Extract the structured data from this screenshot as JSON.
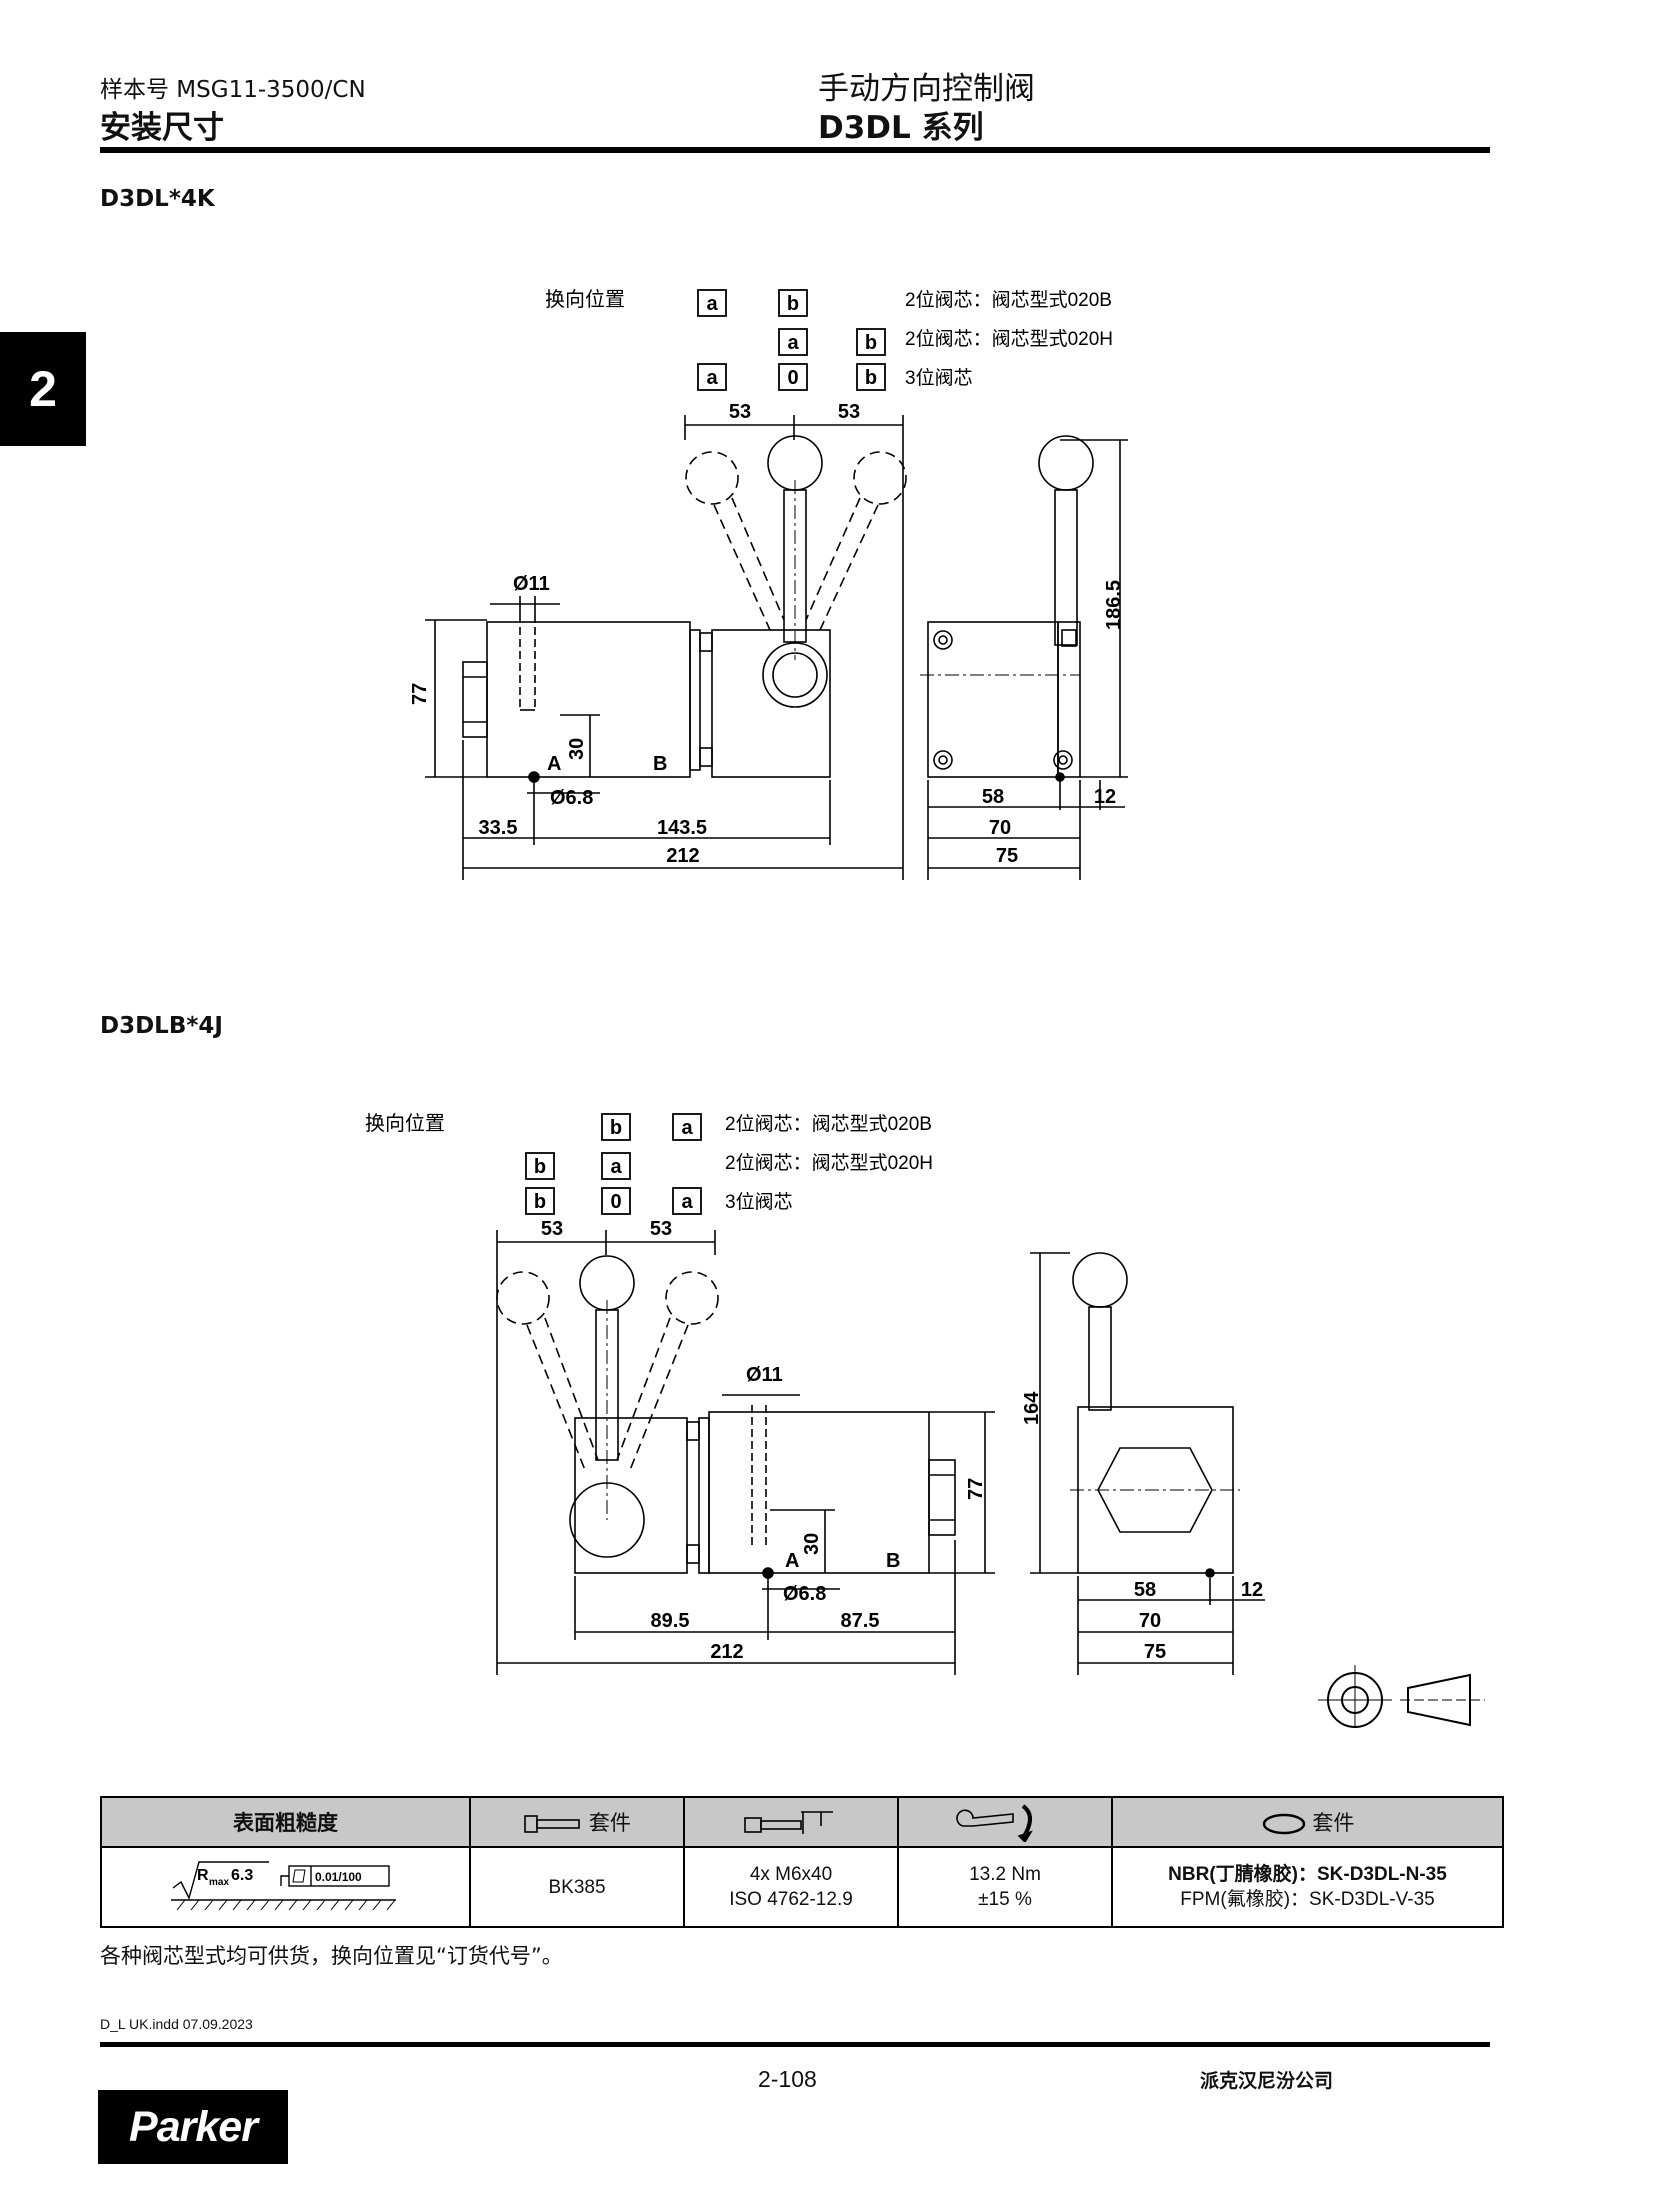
{
  "header": {
    "catalog_no": "样本号 MSG11-3500/CN",
    "section_title": "安装尺寸",
    "product_title": "手动方向控制阀",
    "series": "D3DL 系列"
  },
  "chapter_tab": "2",
  "section1": {
    "title": "D3DL*4K",
    "shift_label": "换向位置",
    "rows": [
      {
        "boxes": [
          "a",
          "b"
        ],
        "text": "2位阀芯：阀芯型式020B"
      },
      {
        "boxes": [
          "a",
          "b"
        ],
        "text": "2位阀芯：阀芯型式020H"
      },
      {
        "boxes": [
          "a",
          "0",
          "b"
        ],
        "text": "3位阀芯"
      }
    ],
    "dims": {
      "d53a": "53",
      "d53b": "53",
      "d11": "Ø11",
      "d77": "77",
      "d30": "30",
      "d68": "Ø6.8",
      "d335": "33.5",
      "d1435": "143.5",
      "d212": "212",
      "d1865": "186.5",
      "d58": "58",
      "d12": "12",
      "d70": "70",
      "d75": "75",
      "portA": "A",
      "portB": "B"
    }
  },
  "section2": {
    "title": "D3DLB*4J",
    "shift_label": "换向位置",
    "rows": [
      {
        "boxes": [
          "b",
          "a"
        ],
        "text": "2位阀芯：阀芯型式020B"
      },
      {
        "boxes": [
          "b",
          "a"
        ],
        "text": "2位阀芯：阀芯型式020H"
      },
      {
        "boxes": [
          "b",
          "0",
          "a"
        ],
        "text": "3位阀芯"
      }
    ],
    "dims": {
      "d53a": "53",
      "d53b": "53",
      "d11": "Ø11",
      "d77": "77",
      "d30": "30",
      "d68": "Ø6.8",
      "d895": "89.5",
      "d875": "87.5",
      "d212": "212",
      "d164": "164",
      "d58": "58",
      "d12": "12",
      "d70": "70",
      "d75": "75",
      "portA": "A",
      "portB": "B"
    }
  },
  "spec_table": {
    "headers": {
      "roughness": "表面粗糙度",
      "bolt_kit": "套件",
      "screws": "",
      "torque": "",
      "seal_kit": "套件"
    },
    "roughness_value": "6.3",
    "roughness_r": "R",
    "roughness_sub": "max",
    "flatness": "0.01/100",
    "bolt_kit": "BK385",
    "screws_line1": "4x M6x40",
    "screws_line2": "ISO 4762-12.9",
    "torque_line1": "13.2 Nm",
    "torque_line2": "±15 %",
    "seal_line1": "NBR(丁腈橡胶)：SK-D3DL-N-35",
    "seal_line2": "FPM(氟橡胶)：SK-D3DL-V-35"
  },
  "note": "各种阀芯型式均可供货，换向位置见“订货代号”。",
  "file_info": "D_L UK.indd 07.09.2023",
  "page_number": "2-108",
  "company": "派克汉尼汾公司",
  "logo": "Parker"
}
